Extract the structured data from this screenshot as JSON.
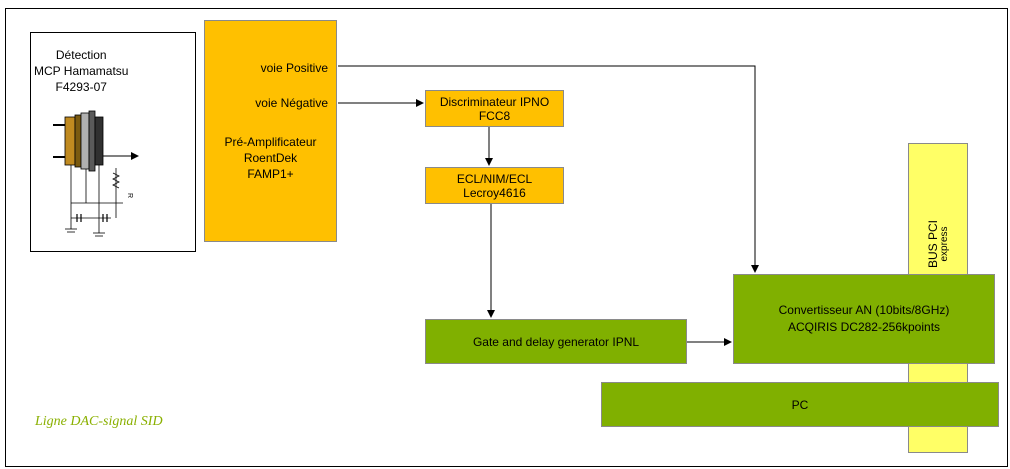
{
  "detector": {
    "label": "Détection\nMCP Hamamatsu\nF4293-07",
    "resistor_label": "R"
  },
  "preamp": {
    "positive_label": "voie Positive",
    "negative_label": "voie Négative",
    "label": "Pré-Amplificateur\nRoentDek\nFAMP1+"
  },
  "discriminator": {
    "label": "Discriminateur IPNO FCC8"
  },
  "ecl": {
    "label": "ECL/NIM/ECL Lecroy4616"
  },
  "gate": {
    "label": "Gate and delay generator IPNL"
  },
  "adc": {
    "label": "Convertisseur AN (10bits/8GHz)\nACQIRIS DC282-256kpoints"
  },
  "pc": {
    "label": "PC"
  },
  "bus": {
    "line1": "BUS PCI",
    "line2": "express"
  },
  "caption": "Ligne DAC-signal SID",
  "colors": {
    "orange": "#ffc000",
    "green": "#80b000",
    "yellow": "#ffff66",
    "caption": "#8ab000"
  }
}
